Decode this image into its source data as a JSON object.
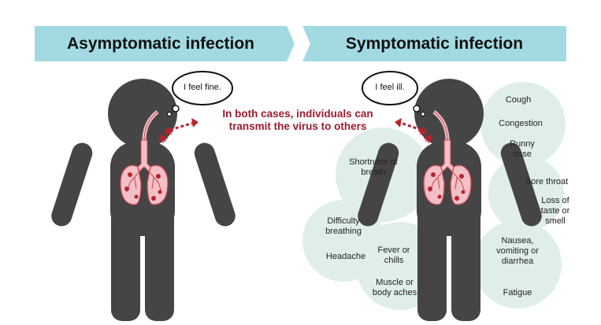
{
  "left_panel": {
    "title": "Asymptomatic infection",
    "thought": "I feel fine."
  },
  "right_panel": {
    "title": "Symptomatic infection",
    "thought": "I feel ill."
  },
  "center_message": "In both cases, individuals can transmit the virus to others",
  "symptoms": {
    "cough": "Cough",
    "congestion": "Congestion",
    "runny_nose": "Runny nose",
    "sore_throat": "Sore throat",
    "loss_taste_smell": "Loss of taste or smell",
    "nausea": "Nausea, vomiting or diarrhea",
    "fatigue": "Fatigue",
    "shortness_breath": "Shortness of breath",
    "difficulty_breathing": "Difficulty breathing",
    "headache": "Headache",
    "fever": "Fever or chills",
    "muscle_aches": "Muscle or body aches"
  },
  "colors": {
    "banner": "#a3dae1",
    "figure": "#454545",
    "bubble": "#dfeeeb",
    "accent": "#9b1c30",
    "lung": "#f2c0c5",
    "virus": "#b8242f"
  }
}
